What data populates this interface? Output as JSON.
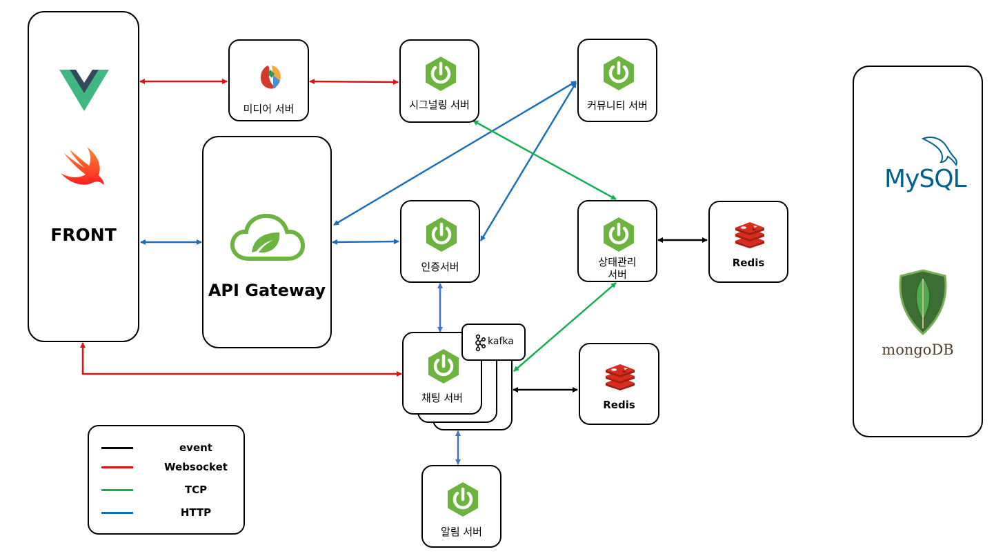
{
  "front": {
    "label": "FRONT"
  },
  "gateway": {
    "label": "API Gateway"
  },
  "media": {
    "label": "미디어 서버"
  },
  "signaling": {
    "label": "시그널링 서버"
  },
  "community": {
    "label": "커뮤니티 서버"
  },
  "auth": {
    "label": "인증서버"
  },
  "state": {
    "label": "상태관리\n서버"
  },
  "redis_state": {
    "label": "Redis"
  },
  "chat": {
    "label": "채팅 서버"
  },
  "kafka": {
    "label": "kafka"
  },
  "redis_chat": {
    "label": "Redis"
  },
  "alarm": {
    "label": "알림 서버"
  },
  "database": {
    "mysql": "MySQL",
    "mongo": "mongoDB"
  },
  "legend": [
    {
      "label": "event",
      "color": "#000000"
    },
    {
      "label": "Websocket",
      "color": "#e01010"
    },
    {
      "label": "TCP",
      "color": "#11b050"
    },
    {
      "label": "HTTP",
      "color": "#1a6fb8"
    }
  ],
  "colors": {
    "spring": "#6db33f",
    "vue_green": "#41b883",
    "vue_dark": "#35495e",
    "swift": "#f05138",
    "redis": "#d82c20",
    "mysql_blue": "#00618a",
    "mysql_orange": "#e48e00",
    "mongo_green": "#4fa94d"
  }
}
